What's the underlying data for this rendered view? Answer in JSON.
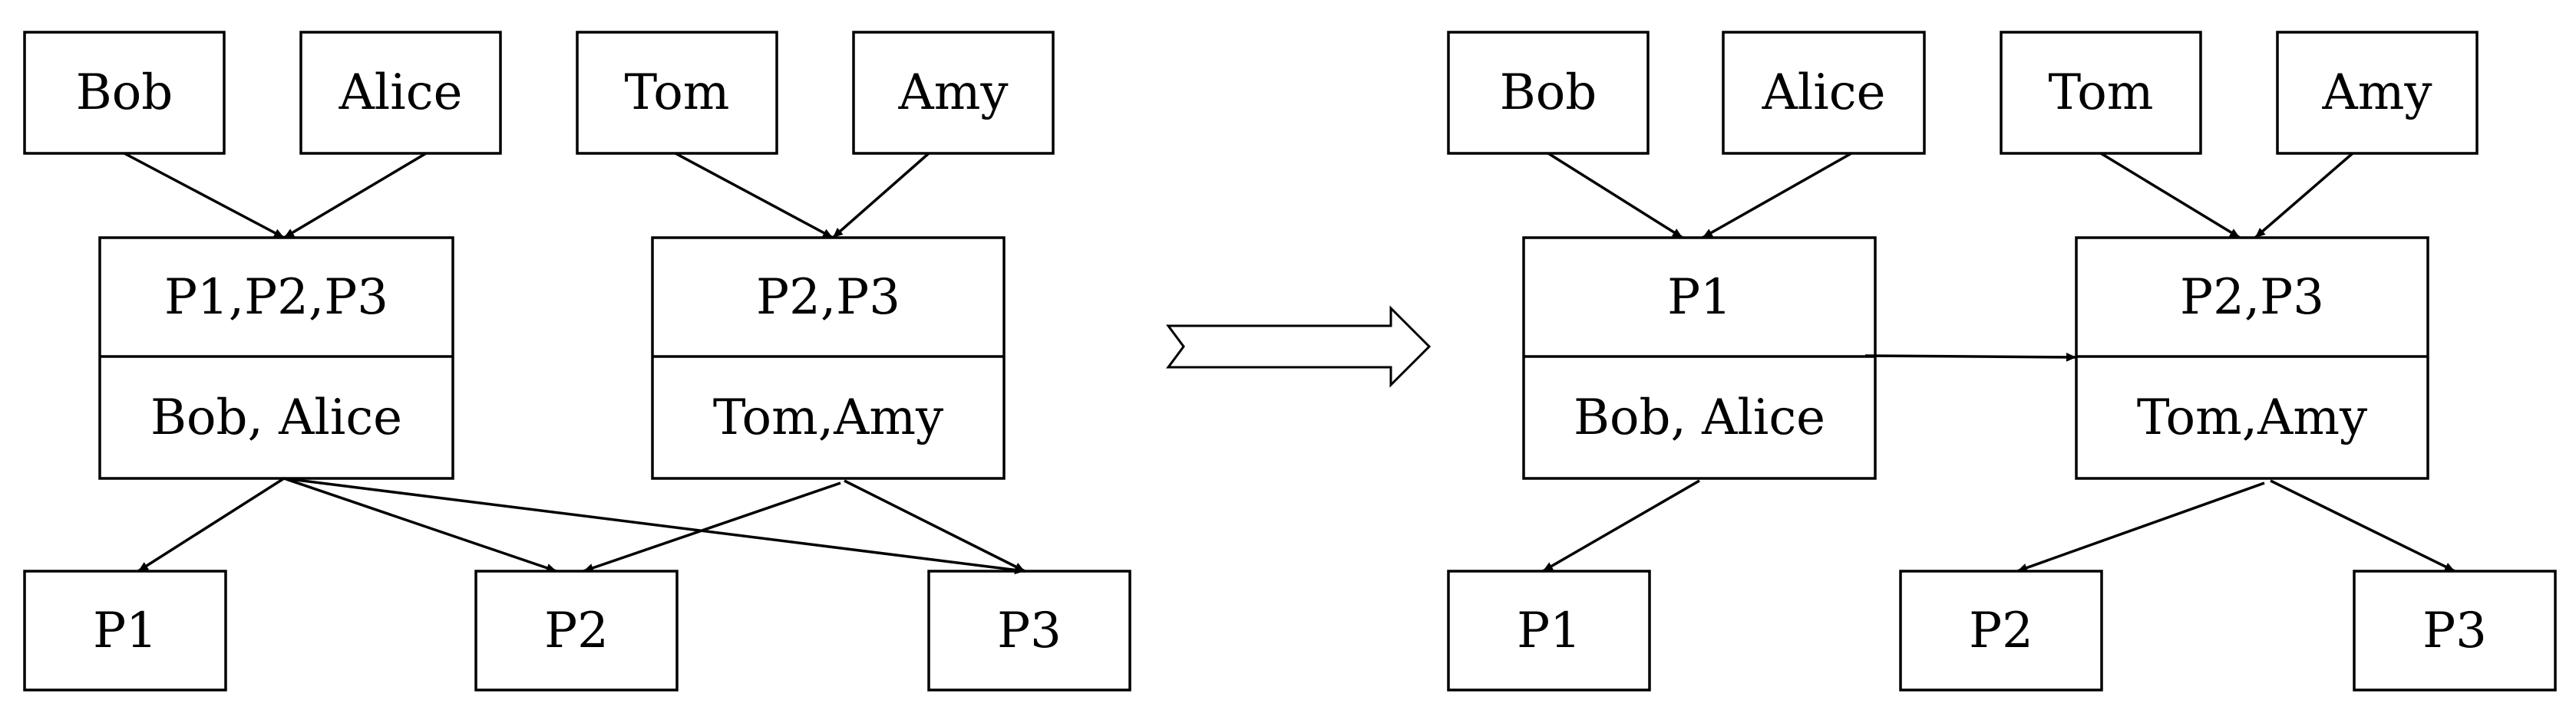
{
  "left_diagram": {
    "users": [
      "Bob",
      "Alice",
      "Tom",
      "Amy"
    ],
    "groups": [
      {
        "partitions": "P1,P2,P3",
        "members": "Bob, Alice"
      },
      {
        "partitions": "P2,P3",
        "members": "Tom,Amy"
      }
    ],
    "partitions": [
      "P1",
      "P2",
      "P3"
    ]
  },
  "right_diagram": {
    "users": [
      "Bob",
      "Alice",
      "Tom",
      "Amy"
    ],
    "groups": [
      {
        "partitions": "P1",
        "members": "Bob, Alice"
      },
      {
        "partitions": "P2,P3",
        "members": "Tom,Amy"
      }
    ],
    "partitions": [
      "P1",
      "P2",
      "P3"
    ]
  },
  "colors": {
    "stroke": "#000000",
    "fill": "#ffffff"
  }
}
